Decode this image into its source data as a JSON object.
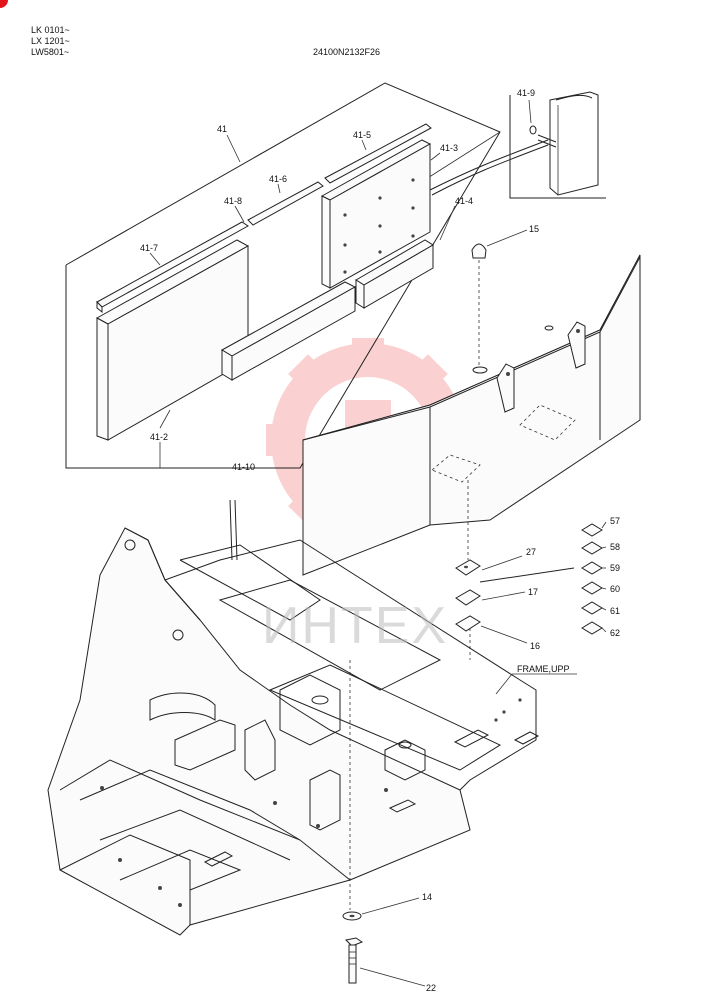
{
  "header": {
    "models": [
      "LK 0101~",
      "LX 1201~",
      "LW5801~"
    ],
    "drawing_number": "24100N2132F26"
  },
  "watermark": {
    "text": "ИНТЕХ",
    "color": "#f05a5a"
  },
  "accent_color": "#e3141b",
  "callouts": {
    "p41": "41",
    "p41_5": "41-5",
    "p41_3": "41-3",
    "p41_6": "41-6",
    "p41_8": "41-8",
    "p41_4": "41-4",
    "p41_7": "41-7",
    "p41_2": "41-2",
    "p41_10": "41-10",
    "p41_9": "41-9",
    "p15": "15",
    "p27": "27",
    "p17": "17",
    "p16": "16",
    "p57": "57",
    "p58": "58",
    "p59": "59",
    "p60": "60",
    "p61": "61",
    "p62": "62",
    "frame": "FRAME,UPP",
    "p14": "14",
    "p22": "22"
  }
}
